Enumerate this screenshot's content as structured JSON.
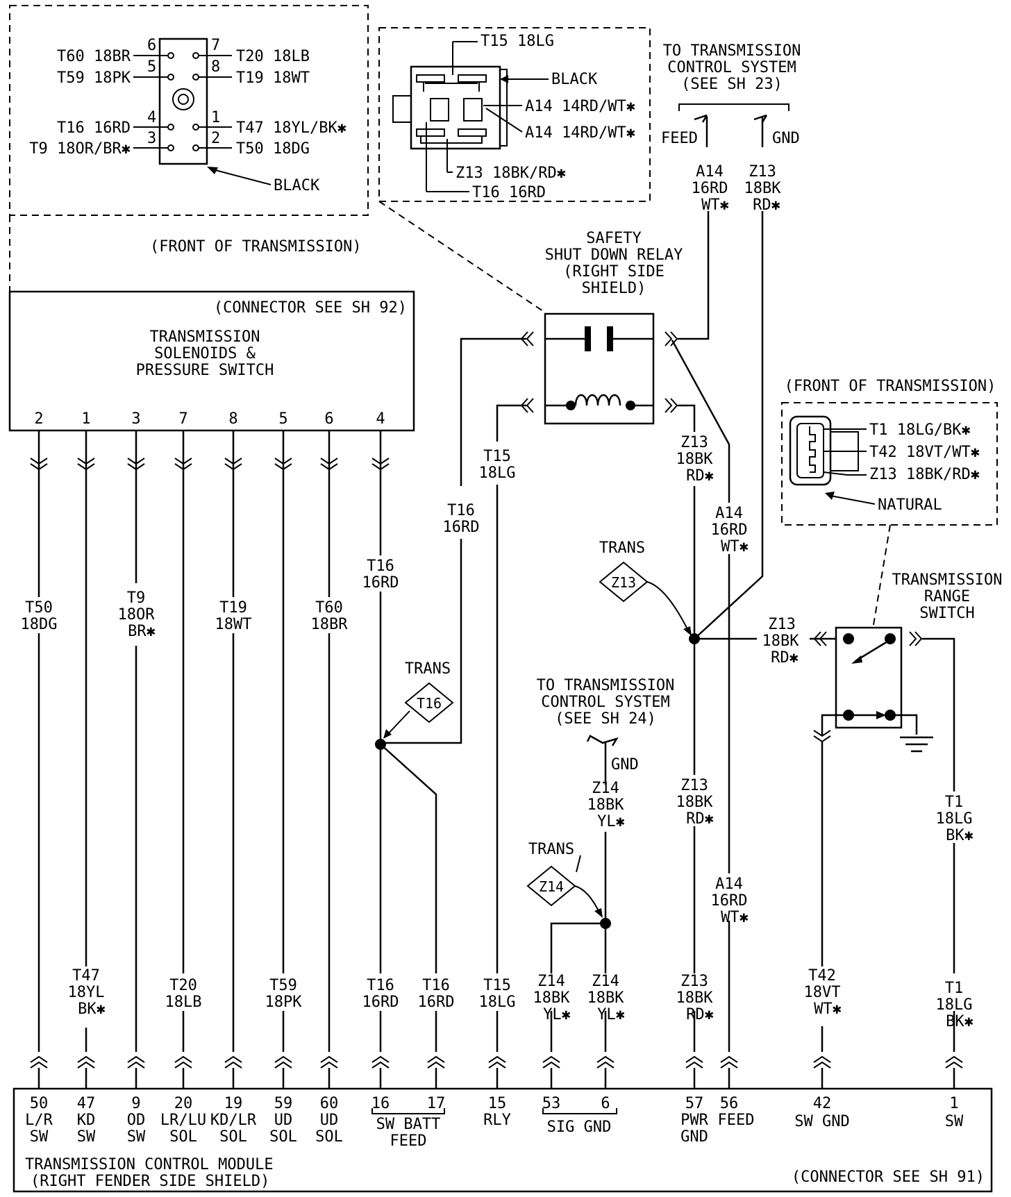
{
  "connector_views": {
    "solenoid_connector": {
      "pins_left": [
        {
          "pin": "6",
          "label": "T60 18BR"
        },
        {
          "pin": "5",
          "label": "T59 18PK"
        },
        {
          "pin": "4",
          "label": "T16 16RD"
        },
        {
          "pin": "3",
          "label": "T9 18OR/BR✱"
        }
      ],
      "pins_right": [
        {
          "pin": "7",
          "label": "T20 18LB"
        },
        {
          "pin": "8",
          "label": "T19 18WT"
        },
        {
          "pin": "1",
          "label": "T47 18YL/BK✱"
        },
        {
          "pin": "2",
          "label": "T50 18DG"
        }
      ],
      "color_label": "BLACK",
      "location": "(FRONT OF TRANSMISSION)"
    },
    "relay_connector": {
      "wires": [
        "T15 18LG",
        "A14 14RD/WT✱",
        "A14 14RD/WT✱",
        "Z13 18BK/RD✱",
        "T16 16RD"
      ],
      "color_label": "BLACK"
    },
    "range_switch_connector": {
      "location": "(FRONT OF TRANSMISSION)",
      "wires": [
        "T1 18LG/BK✱",
        "T42 18VT/WT✱",
        "Z13 18BK/RD✱"
      ],
      "color_label": "NATURAL"
    }
  },
  "tcs_top": {
    "lines": [
      "TO TRANSMISSION",
      "CONTROL SYSTEM",
      "(SEE SH 23)"
    ],
    "feed": "FEED",
    "gnd": "GND",
    "a14": [
      "A14",
      "16RD",
      "WT✱"
    ],
    "z13": [
      "Z13",
      "18BK",
      "RD✱"
    ]
  },
  "solenoids": {
    "ref": "(CONNECTOR SEE SH 92)",
    "title": [
      "TRANSMISSION",
      "SOLENOIDS &",
      "PRESSURE SWITCH"
    ],
    "pins": [
      "2",
      "1",
      "3",
      "7",
      "8",
      "5",
      "6",
      "4"
    ]
  },
  "relay": {
    "title": [
      "SAFETY",
      "SHUT DOWN RELAY",
      "(RIGHT SIDE",
      "SHIELD)"
    ]
  },
  "range_switch": {
    "title": [
      "TRANSMISSION",
      "RANGE",
      "SWITCH"
    ]
  },
  "tcs_mid": {
    "lines": [
      "TO TRANSMISSION",
      "CONTROL SYSTEM",
      "(SEE SH 24)"
    ],
    "gnd": "GND"
  },
  "splices": {
    "trans": "TRANS",
    "t16": "T16",
    "z13": "Z13",
    "z14": "Z14"
  },
  "wire_labels": {
    "t50": [
      "T50",
      "18DG"
    ],
    "t9": [
      "T9",
      "18OR",
      "BR✱"
    ],
    "t19": [
      "T19",
      "18WT"
    ],
    "t60": [
      "T60",
      "18BR"
    ],
    "t16_upper": [
      "T16",
      "16RD"
    ],
    "t16_relay": [
      "T16",
      "16RD"
    ],
    "t15_relay": [
      "T15",
      "18LG"
    ],
    "z13_relay": [
      "Z13",
      "18BK",
      "RD✱"
    ],
    "a14_relay": [
      "A14",
      "16RD",
      "WT✱"
    ],
    "z13_switch": [
      "Z13",
      "18BK",
      "RD✱"
    ],
    "z14_gnd": [
      "Z14",
      "18BK",
      "YL✱"
    ],
    "z13_lower": [
      "Z13",
      "18BK",
      "RD✱"
    ],
    "a14_lower": [
      "A14",
      "16RD",
      "WT✱"
    ],
    "t1_upper": [
      "T1",
      "18LG",
      "BK✱"
    ],
    "t47": [
      "T47",
      "18YL",
      "BK✱"
    ],
    "t20": [
      "T20",
      "18LB"
    ],
    "t59": [
      "T59",
      "18PK"
    ],
    "t16_a": [
      "T16",
      "16RD"
    ],
    "t16_b": [
      "T16",
      "16RD"
    ],
    "t15": [
      "T15",
      "18LG"
    ],
    "z14_a": [
      "Z14",
      "18BK",
      "YL✱"
    ],
    "z14_b": [
      "Z14",
      "18BK",
      "YL✱"
    ],
    "z13_bottom": [
      "Z13",
      "18BK",
      "RD✱"
    ],
    "t42": [
      "T42",
      "18VT",
      "WT✱"
    ],
    "t1": [
      "T1",
      "18LG",
      "BK✱"
    ]
  },
  "tcm": {
    "title": [
      "TRANSMISSION CONTROL MODULE",
      "(RIGHT FENDER SIDE SHIELD)"
    ],
    "ref": "(CONNECTOR SEE SH 91)",
    "pins": [
      {
        "num": "50",
        "desc": [
          "L/R",
          "SW"
        ]
      },
      {
        "num": "47",
        "desc": [
          "KD",
          "SW"
        ]
      },
      {
        "num": "9",
        "desc": [
          "OD",
          "SW"
        ]
      },
      {
        "num": "20",
        "desc": [
          "LR/LU",
          "SOL"
        ]
      },
      {
        "num": "19",
        "desc": [
          "KD/LR",
          "SOL"
        ]
      },
      {
        "num": "59",
        "desc": [
          "UD",
          "SOL"
        ]
      },
      {
        "num": "60",
        "desc": [
          "UD",
          "SOL"
        ]
      },
      {
        "num": "16",
        "desc": []
      },
      {
        "num": "17",
        "desc": []
      },
      {
        "num": "15",
        "desc": [
          "RLY"
        ]
      },
      {
        "num": "53",
        "desc": []
      },
      {
        "num": "6",
        "desc": []
      },
      {
        "num": "57",
        "desc": [
          "PWR",
          "GND"
        ]
      },
      {
        "num": "56",
        "desc": [
          "FEED"
        ]
      },
      {
        "num": "42",
        "desc": [
          "SW GND"
        ]
      },
      {
        "num": "1",
        "desc": [
          "SW"
        ]
      }
    ],
    "groups": {
      "sw_batt_feed": [
        "SW BATT",
        "FEED"
      ],
      "sig_gnd": "SIG GND"
    }
  }
}
